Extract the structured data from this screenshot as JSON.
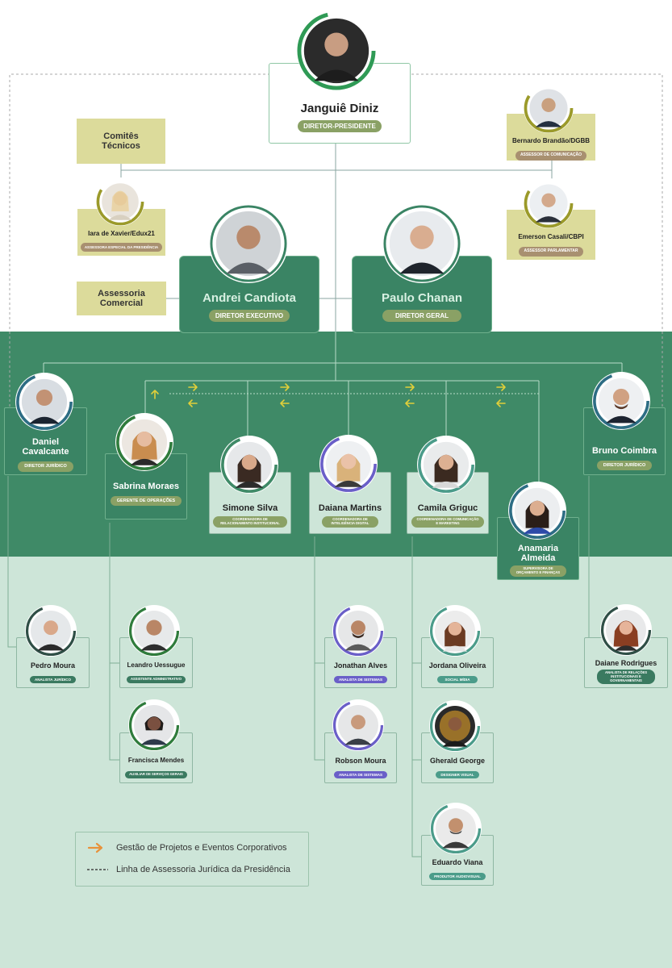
{
  "president": {
    "name": "Janguiê Diniz",
    "role": "DIRETOR-PRESIDENTE"
  },
  "committees": {
    "label": "Comitês Técnicos"
  },
  "commercial": {
    "label": "Assessoria Comercial"
  },
  "advisors": [
    {
      "name": "Iara de Xavier/Edux21",
      "role": "ASSESSORA ESPECIAL DA PRESIDÊNCIA"
    },
    {
      "name": "Bernardo Brandão/DGBB",
      "role": "ASSESSOR DE COMUNICAÇÃO"
    },
    {
      "name": "Emerson Casali/CBPI",
      "role": "ASSESSOR PARLAMENTAR"
    }
  ],
  "directors": [
    {
      "name": "Andrei Candiota",
      "role": "DIRETOR EXECUTIVO"
    },
    {
      "name": "Paulo Chanan",
      "role": "DIRETOR GERAL"
    }
  ],
  "managers": [
    {
      "name": "Daniel Cavalcante",
      "role": "DIRETOR JURÍDICO"
    },
    {
      "name": "Sabrina Moraes",
      "role": "GERENTE DE OPERAÇÕES"
    },
    {
      "name": "Simone Silva",
      "role": "COORDENADORA DE RELACIONAMENTO INSTITUCIONAL"
    },
    {
      "name": "Daiana Martins",
      "role": "COORDENADORA DE INTELIGÊNCIA DIGITAL"
    },
    {
      "name": "Camila Griguc",
      "role": "COORDENADORA DE COMUNICAÇÃO E MARKETING"
    },
    {
      "name": "Anamaria Almeida",
      "role": "SUPERVISORA DE ORÇAMENTO E FINANÇAS"
    },
    {
      "name": "Bruno Coimbra",
      "role": "DIRETOR JURÍDICO"
    }
  ],
  "staff": [
    {
      "name": "Pedro Moura",
      "role": "ANALISTA JURÍDICO"
    },
    {
      "name": "Leandro Uessugue",
      "role": "ASSISTENTE ADMINISTRATIVO"
    },
    {
      "name": "Francisca Mendes",
      "role": "AUXILIAR DE SERVIÇOS GERAIS"
    },
    {
      "name": "Jonathan Alves",
      "role": "ANALISTA DE SISTEMAS"
    },
    {
      "name": "Robson Moura",
      "role": "ANALISTA DE SISTEMAS"
    },
    {
      "name": "Jordana Oliveira",
      "role": "SOCIAL MÍDIA"
    },
    {
      "name": "Gherald George",
      "role": "DESIGNER VISUAL"
    },
    {
      "name": "Eduardo Viana",
      "role": "PRODUTOR AUDIOVISUAL"
    },
    {
      "name": "Daiane Rodrigues",
      "role": "ANALISTA DE RELAÇÕES INSTITUCIONAIS E GOVERNAMENTAIS"
    }
  ],
  "legend": {
    "arrow_label": "Gestão de Projetos e Eventos Corporativos",
    "dash_label": "Linha de Assessoria Jurídica da Presidência"
  },
  "colors": {
    "dark_green": "#3a8464",
    "mid_band": "#3f8a67",
    "light_band": "#cde5d8",
    "yellow_box": "#dcdb9b",
    "olive_pill": "#8aa165",
    "taupe_pill": "#a89070",
    "purple_pill": "#6a5fc8",
    "teal_pill": "#4b9c8a",
    "arrow_yellow": "#e0cf3a",
    "legend_arrow": "#e8923a"
  }
}
